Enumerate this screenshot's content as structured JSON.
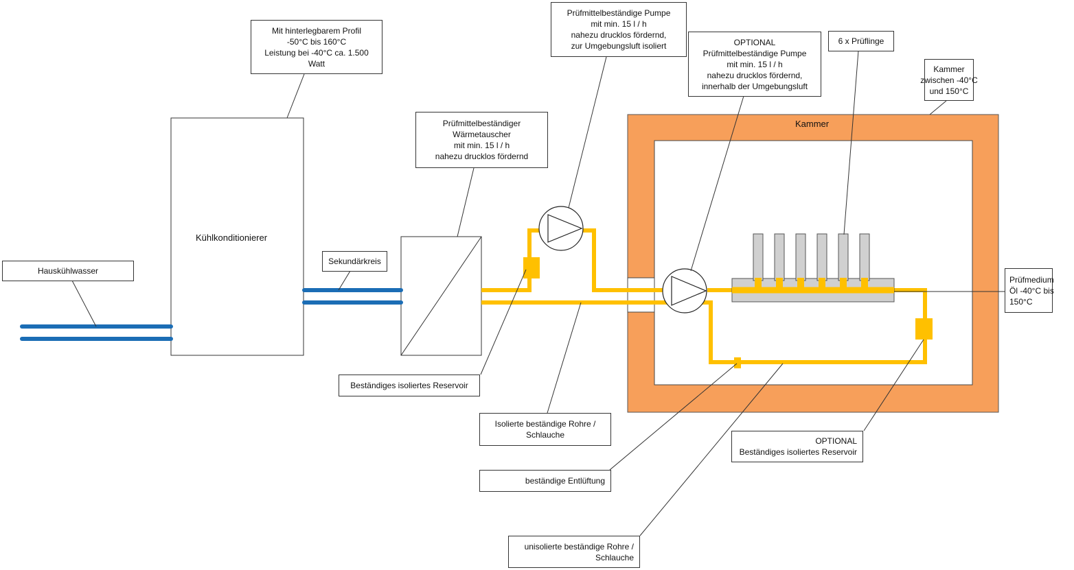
{
  "colors": {
    "water_pipe": "#1b6db5",
    "medium_pipe": "#ffc000",
    "chamber": "#f79f5a",
    "chamber_border": "#555555",
    "fixture": "#d0d0d0",
    "line": "#333333"
  },
  "labels": {
    "hauskuehlwasser": [
      "Hauskühlwasser"
    ],
    "profil": [
      "Mit hinterlegbarem Profil",
      "-50°C bis 160°C",
      "Leistung bei -40°C ca. 1.500",
      "Watt"
    ],
    "kuehlkonditionierer": "Kühlkonditionierer",
    "sekundaerkreis": [
      "Sekundärkreis"
    ],
    "waermetauscher": [
      "Prüfmittelbeständiger",
      "Wärmetauscher",
      "mit min. 15 l / h",
      "nahezu drucklos fördernd"
    ],
    "pumpe": [
      "Prüfmittelbeständige Pumpe",
      "mit min. 15 l / h",
      "nahezu drucklos fördernd,",
      "zur Umgebungsluft isoliert"
    ],
    "optional_pumpe": [
      "OPTIONAL",
      "Prüfmittelbeständige Pumpe",
      "mit min. 15 l / h",
      "nahezu drucklos fördernd,",
      "innerhalb der Umgebungsluft"
    ],
    "pruefling": [
      "6 x Prüflinge"
    ],
    "kammer_note": [
      "Kammer",
      "zwischen -40°C",
      "und 150°C"
    ],
    "kammer_title": "Kammer",
    "pruefmedium": [
      "Prüfmedium",
      "Öl -40°C bis",
      "150°C"
    ],
    "reservoir": [
      "Beständiges isoliertes Reservoir"
    ],
    "isolierte_rohre": [
      "Isolierte beständige Rohre /",
      "Schlauche"
    ],
    "optional_reservoir": [
      "OPTIONAL",
      "Beständiges isoliertes Reservoir"
    ],
    "entlueftung": [
      "beständige Entlüftung"
    ],
    "unisolierte_rohre": [
      "unisolierte beständige Rohre /",
      "Schlauche"
    ]
  }
}
